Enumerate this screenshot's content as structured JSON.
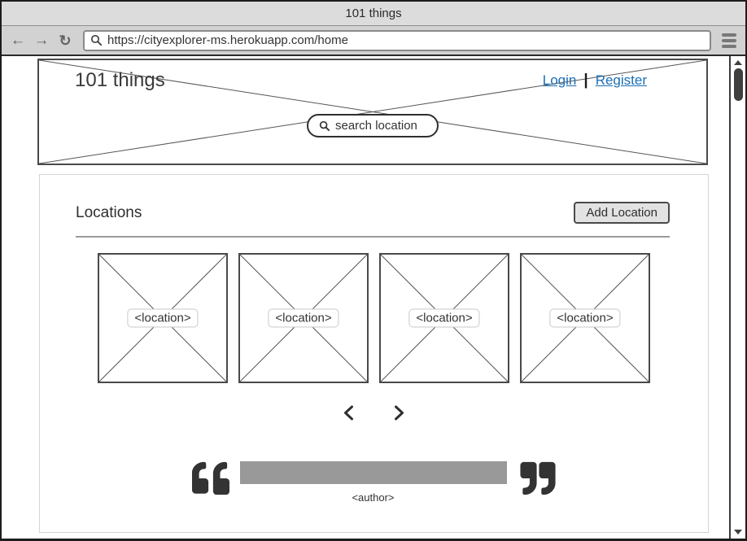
{
  "window": {
    "title": "101 things"
  },
  "toolbar": {
    "back_icon": "←",
    "forward_icon": "→",
    "refresh_icon": "↻",
    "url": "https://cityexplorer-ms.herokuapp.com/home"
  },
  "header": {
    "logo": "101 things",
    "nav": {
      "login": "Login",
      "separator": "|",
      "register": "Register"
    },
    "search": {
      "placeholder": "search location"
    }
  },
  "locations": {
    "heading": "Locations",
    "add_button": "Add Location",
    "cards": [
      {
        "label": "<location>"
      },
      {
        "label": "<location>"
      },
      {
        "label": "<location>"
      },
      {
        "label": "<location>"
      }
    ]
  },
  "carousel": {
    "prev": "chevron-left",
    "next": "chevron-right"
  },
  "quote": {
    "author": "<author>"
  },
  "icons": {
    "url_field": "magnifier",
    "menu": "hamburger",
    "quote_open": "quote-left",
    "quote_close": "quote-right",
    "scrollbar": [
      "triangle-up",
      "thumb",
      "triangle-down"
    ]
  },
  "colors": {
    "link_blue": "#1b6fb5",
    "quote_bar_gray": "#999999",
    "wireframe_border": "#4a4a4a",
    "chrome_gray": "#d2d2d2"
  }
}
